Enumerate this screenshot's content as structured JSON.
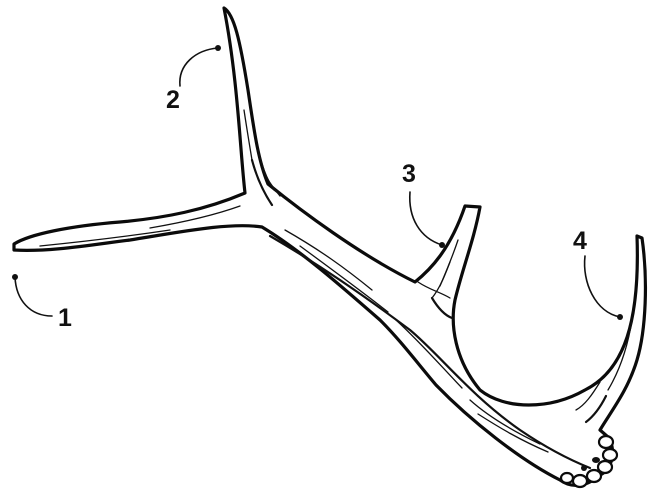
{
  "diagram": {
    "subject": "antler",
    "callouts": [
      {
        "id": "1",
        "label": "1"
      },
      {
        "id": "2",
        "label": "2"
      },
      {
        "id": "3",
        "label": "3"
      },
      {
        "id": "4",
        "label": "4"
      }
    ]
  },
  "colors": {
    "ink": "#111111",
    "background": "#ffffff"
  }
}
